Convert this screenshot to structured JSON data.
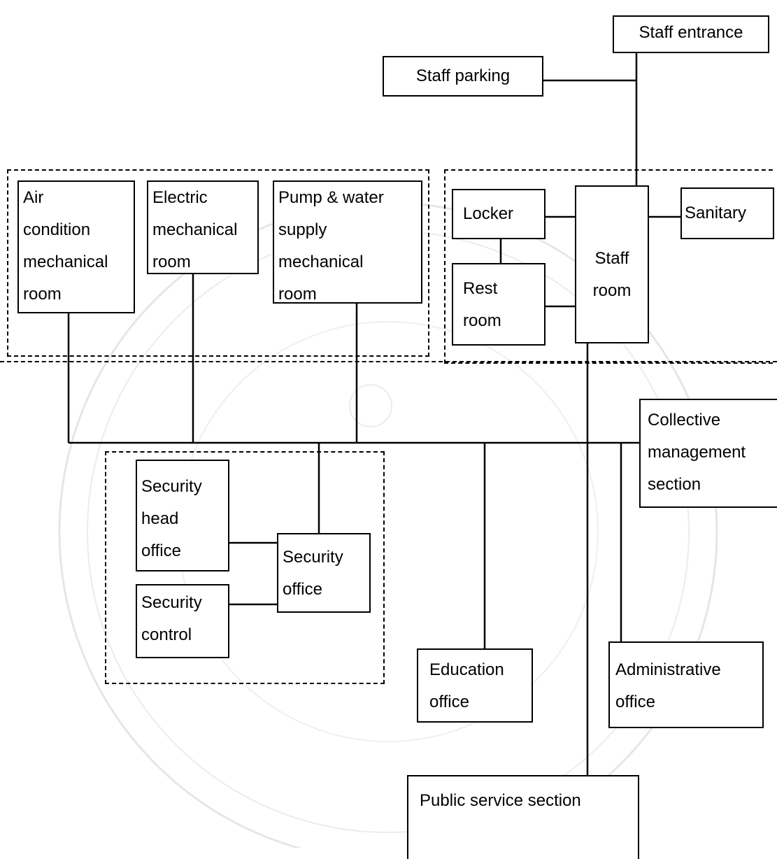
{
  "nodes": {
    "staff_entrance": "Staff entrance",
    "staff_parking": "Staff parking",
    "air_condition": [
      "Air",
      "condition",
      "mechanical",
      "room"
    ],
    "electric": [
      "Electric",
      "mechanical",
      "room"
    ],
    "pump_water": [
      "Pump & water",
      "supply",
      "mechanical",
      "room"
    ],
    "locker": "Locker",
    "rest_room": [
      "Rest",
      "room"
    ],
    "staff_room": [
      "Staff",
      "room"
    ],
    "sanitary": "Sanitary",
    "collective_management": [
      "Collective",
      "management",
      "section"
    ],
    "security_head_office": [
      "Security",
      "head",
      "office"
    ],
    "security_control": [
      "Security",
      "control"
    ],
    "security_office": [
      "Security",
      "office"
    ],
    "education_office": [
      "Education",
      "office"
    ],
    "administrative_office": [
      "Administrative",
      "office"
    ],
    "public_service": "Public service section"
  }
}
